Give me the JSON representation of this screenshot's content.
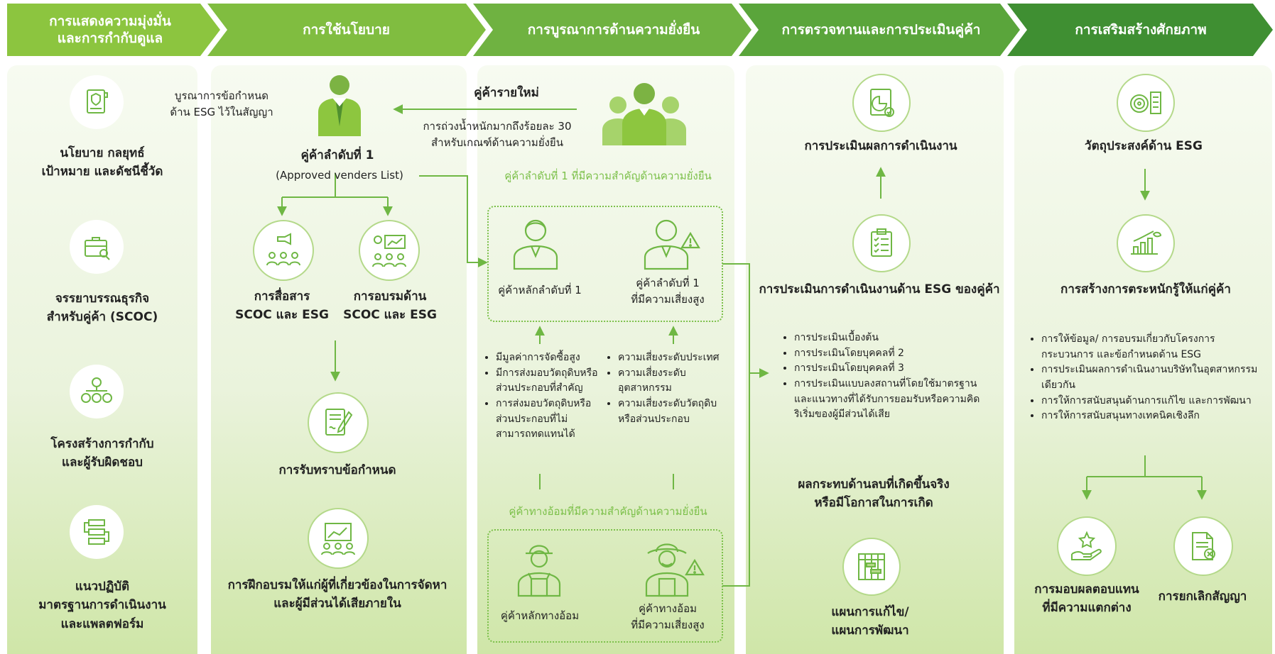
{
  "headers": [
    {
      "id": "commitment",
      "lines": [
        "การแสดงความมุ่งมั่น",
        "และการกำกับดูแล"
      ]
    },
    {
      "id": "policy",
      "lines": [
        "การใช้นโยบาย"
      ]
    },
    {
      "id": "integration",
      "lines": [
        "การบูรณาการด้านความยั่งยืน"
      ]
    },
    {
      "id": "assessment",
      "lines": [
        "การตรวจทานและการประเมินคู่ค้า"
      ]
    },
    {
      "id": "capability",
      "lines": [
        "การเสริมสร้างศักยภาพ"
      ]
    }
  ],
  "col1": {
    "items": [
      {
        "icon": "policy-scroll-icon",
        "line1": "นโยบาย กลยุทธ์",
        "line2": "เป้าหมาย และดัชนีชี้วัด"
      },
      {
        "icon": "briefcase-icon",
        "line1": "จรรยาบรรณธุรกิจ",
        "line2": "สำหรับคู่ค้า (SCOC)"
      },
      {
        "icon": "org-structure-icon",
        "line1": "โครงสร้างการกำกับ",
        "line2": "และผู้รับผิดชอบ"
      },
      {
        "icon": "process-flow-icon",
        "line1": "แนวปฏิบัติ",
        "line2": "มาตรฐานการดำเนินงาน",
        "line3": "และแพลตฟอร์ม"
      }
    ]
  },
  "col2": {
    "integrate_note": [
      "บูรณาการข้อกำหนด",
      "ด้าน ESG ไว้ในสัญญา"
    ],
    "tier1_title": "คู่ค้าลำดับที่ 1",
    "tier1_sub": "(Approved venders List)",
    "communication": [
      "การสื่อสาร",
      "SCOC และ ESG"
    ],
    "training": [
      "การอบรมด้าน",
      "SCOC และ ESG"
    ],
    "acknowledge": "การรับทราบข้อกำหนด",
    "workshop": [
      "การฝึกอบรมให้แก่ผู้ที่เกี่ยวข้องในการจัดหา",
      "และผู้มีส่วนได้เสียภายใน"
    ]
  },
  "col3": {
    "new_vendor_title": "คู่ค้ารายใหม่",
    "new_vendor_desc": [
      "การถ่วงน้ำหนักมากถึงร้อยละ 30",
      "สำหรับเกณฑ์ด้านความยั่งยืน"
    ],
    "critical_tier1_title": "คู่ค้าลำดับที่ 1 ที่มีความสำคัญด้านความยั่งยืน",
    "key_tier1": "คู่ค้าหลักลำดับที่ 1",
    "high_risk_tier1": [
      "คู่ค้าลำดับที่ 1",
      "ที่มีความเสี่ยงสูง"
    ],
    "left_criteria": [
      "มีมูลค่าการจัดซื้อสูง",
      "มีการส่งมอบวัตถุดิบหรือส่วนประกอบที่สำคัญ",
      "การส่งมอบวัตถุดิบหรือส่วนประกอบที่ไม่สามารถทดแทนได้"
    ],
    "right_criteria": [
      "ความเสี่ยงระดับประเทศ",
      "ความเสี่ยงระดับอุตสาหกรรม",
      "ความเสี่ยงระดับวัตถุดิบหรือส่วนประกอบ"
    ],
    "critical_indirect_title": "คู่ค้าทางอ้อมที่มีความสำคัญด้านความยั่งยืน",
    "key_indirect": "คู่ค้าหลักทางอ้อม",
    "high_risk_indirect": [
      "คู่ค้าทางอ้อม",
      "ที่มีความเสี่ยงสูง"
    ]
  },
  "col4": {
    "performance_eval": "การประเมินผลการดำเนินงาน",
    "esg_eval": "การประเมินการดำเนินงานด้าน ESG ของคู่ค้า",
    "eval_list": [
      "การประเมินเบื้องต้น",
      "การประเมินโดยบุคคลที่ 2",
      "การประเมินโดยบุคคลที่ 3",
      "การประเมินแบบลงสถานที่โดยใช้มาตรฐานและแนวทางที่ได้รับการยอมรับหรือความคิดริเริ่มของผู้มีส่วนได้เสีย"
    ],
    "negative_impact": [
      "ผลกระทบด้านลบที่เกิดขึ้นจริง",
      "หรือมีโอกาสในการเกิด"
    ],
    "plan": [
      "แผนการแก้ไข/",
      "แผนการพัฒนา"
    ]
  },
  "col5": {
    "esg_objective": "วัตถุประสงค์ด้าน ESG",
    "awareness": "การสร้างการตระหนักรู้ให้แก่คู่ค้า",
    "support_list": [
      "การให้ข้อมูล/ การอบรมเกี่ยวกับโครงการ กระบวนการ และข้อกำหนดด้าน ESG",
      "การประเมินผลการดำเนินงานบริษัทในอุตสาหกรรมเดียวกัน",
      "การให้การสนับสนุนด้านการแก้ไข และการพัฒนา",
      "การให้การสนับสนุนทางเทคนิคเชิงลึก"
    ],
    "reward": [
      "การมอบผลตอบแทน",
      "ที่มีความแตกต่าง"
    ],
    "terminate": "การยกเลิกสัญญา"
  },
  "colors": {
    "light_green": "#8dc63f",
    "mid_green": "#6fb744",
    "dark_green": "#3f8f32",
    "line": "#6fb744"
  }
}
